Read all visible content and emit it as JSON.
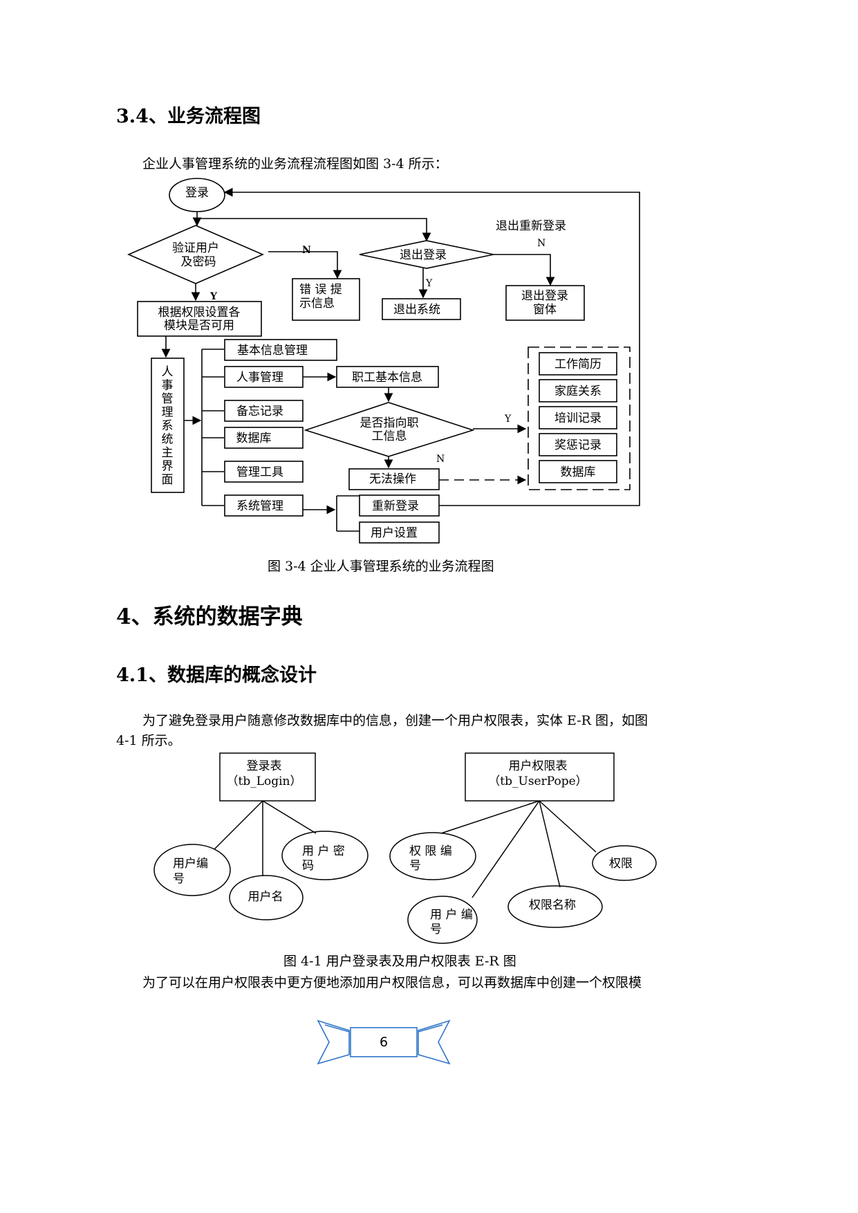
{
  "section_3_4": {
    "heading": "3.4、业务流程图",
    "intro": "企业人事管理系统的业务流程流程图如图 3-4 所示：",
    "caption": "图 3-4  企业人事管理系统的业务流程图"
  },
  "flowchart": {
    "login": "登录",
    "verify_line1": "验证用户",
    "verify_line2": "及密码",
    "error_line1": "错 误 提",
    "error_line2": "示信息",
    "logout_diamond": "退出登录",
    "exit_system": "退出系统",
    "relogin_label": "退出重新登录",
    "logout_window_line1": "退出登录",
    "logout_window_line2": "窗体",
    "permission_line1": "根据权限设置各",
    "permission_line2": "模块是否可用",
    "main_ui_chars": [
      "人",
      "事",
      "管",
      "理",
      "系",
      "统",
      "主",
      "界",
      "面"
    ],
    "basic_info": "基本信息管理",
    "hr_mgmt": "人事管理",
    "staff_info": "职工基本信息",
    "memo": "备忘记录",
    "database": "数据库",
    "tools": "管理工具",
    "sys_mgmt": "系统管理",
    "point_to_line1": "是否指向职",
    "point_to_line2": "工信息",
    "no_op": "无法操作",
    "relogin": "重新登录",
    "user_settings": "用户设置",
    "work_history": "工作简历",
    "family": "家庭关系",
    "training": "培训记录",
    "reward": "奖惩记录",
    "db_right": "数据库",
    "yes": "Y",
    "no": "N"
  },
  "section_4": {
    "heading": "4、系统的数据字典"
  },
  "section_4_1": {
    "heading": "4.1、数据库的概念设计",
    "para_line1": "为了避免登录用户随意修改数据库中的信息，创建一个用户权限表，实体 E-R 图，如图",
    "para_line2": "4-1 所示。",
    "caption": "图 4-1  用户登录表及用户权限表 E-R 图",
    "next_para": "为了可以在用户权限表中更方便地添加用户权限信息，可以再数据库中创建一个权限模"
  },
  "er": {
    "login_table_name": "登录表",
    "login_table_code": "（tb_Login）",
    "perm_table_name": "用户权限表",
    "perm_table_code": "（tb_UserPope）",
    "attr_user_no_1_line1": "用户编",
    "attr_user_no_1_line2": "号",
    "attr_user_name": "用户名",
    "attr_pwd_line1": "用 户 密",
    "attr_pwd_line2": "码",
    "attr_perm_no_line1": "权 限 编",
    "attr_perm_no_line2": "号",
    "attr_user_no_2_line1": "用 户 编",
    "attr_user_no_2_line2": "号",
    "attr_perm_name": "权限名称",
    "attr_perm": "权限"
  },
  "footer": {
    "page_number": "6"
  }
}
